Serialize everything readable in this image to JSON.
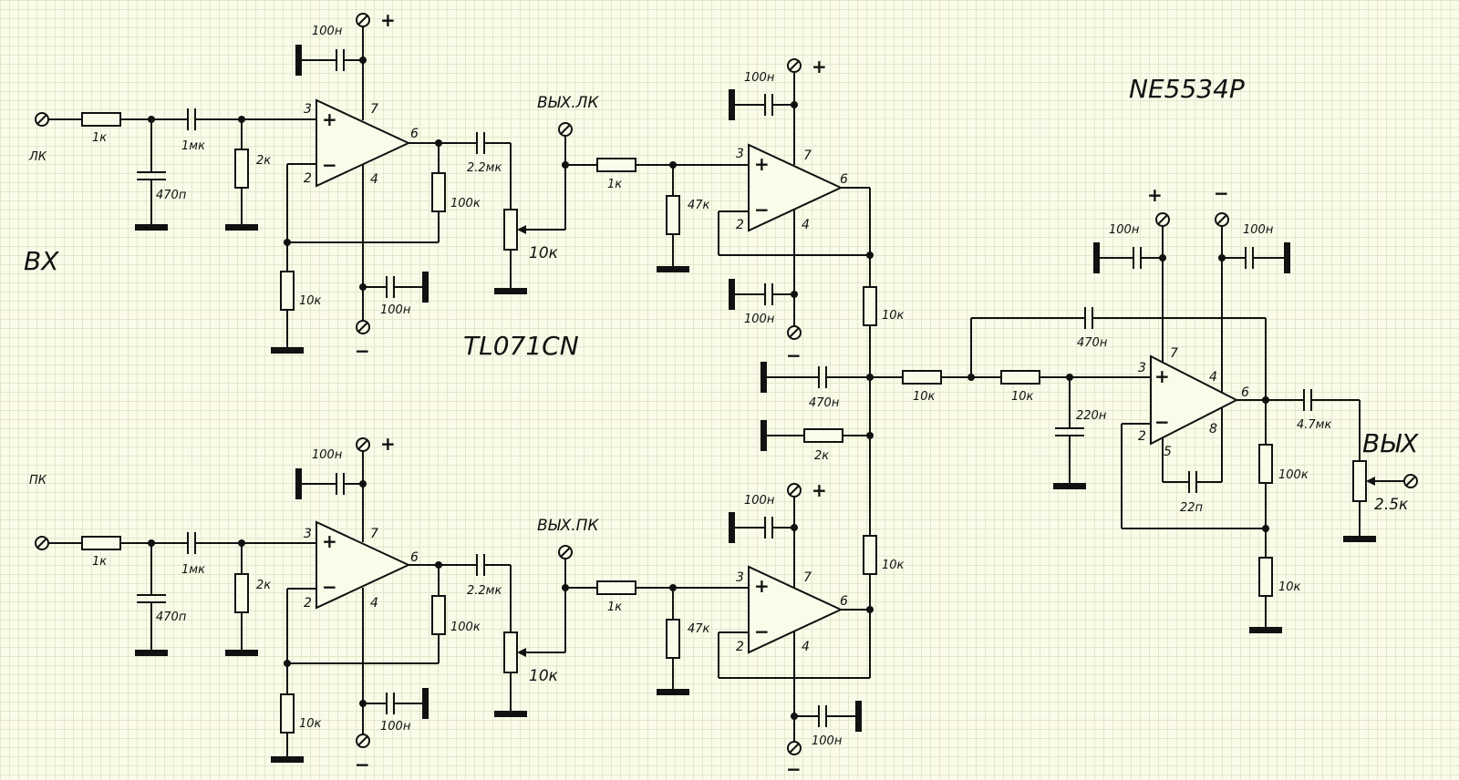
{
  "titles": {
    "tl071": "TL071CN",
    "ne5534": "NE5534P"
  },
  "io": {
    "input": "ВХ",
    "output": "ВЫХ",
    "left_channel": "ЛК",
    "right_channel": "ПК",
    "out_left": "ВЫХ.ЛК",
    "out_right": "ВЫХ.ПК"
  },
  "supply": {
    "plus": "+",
    "minus": "−"
  },
  "pins": {
    "p2": "2",
    "p3": "3",
    "p4": "4",
    "p5": "5",
    "p6": "6",
    "p7": "7",
    "p8": "8"
  },
  "opamp_signs": {
    "plus": "+",
    "minus": "−"
  },
  "components": {
    "r1k": "1к",
    "c1mk": "1мк",
    "c470p": "470п",
    "r2k": "2к",
    "r100k": "100к",
    "r10k": "10к",
    "c100n": "100н",
    "c2_2mk": "2.2мк",
    "pot10k": "10к",
    "r47k": "47к",
    "c470n": "470н",
    "c220n": "220н",
    "c22p": "22п",
    "c4_7mk": "4.7мк",
    "pot2_5k": "2.5к"
  }
}
